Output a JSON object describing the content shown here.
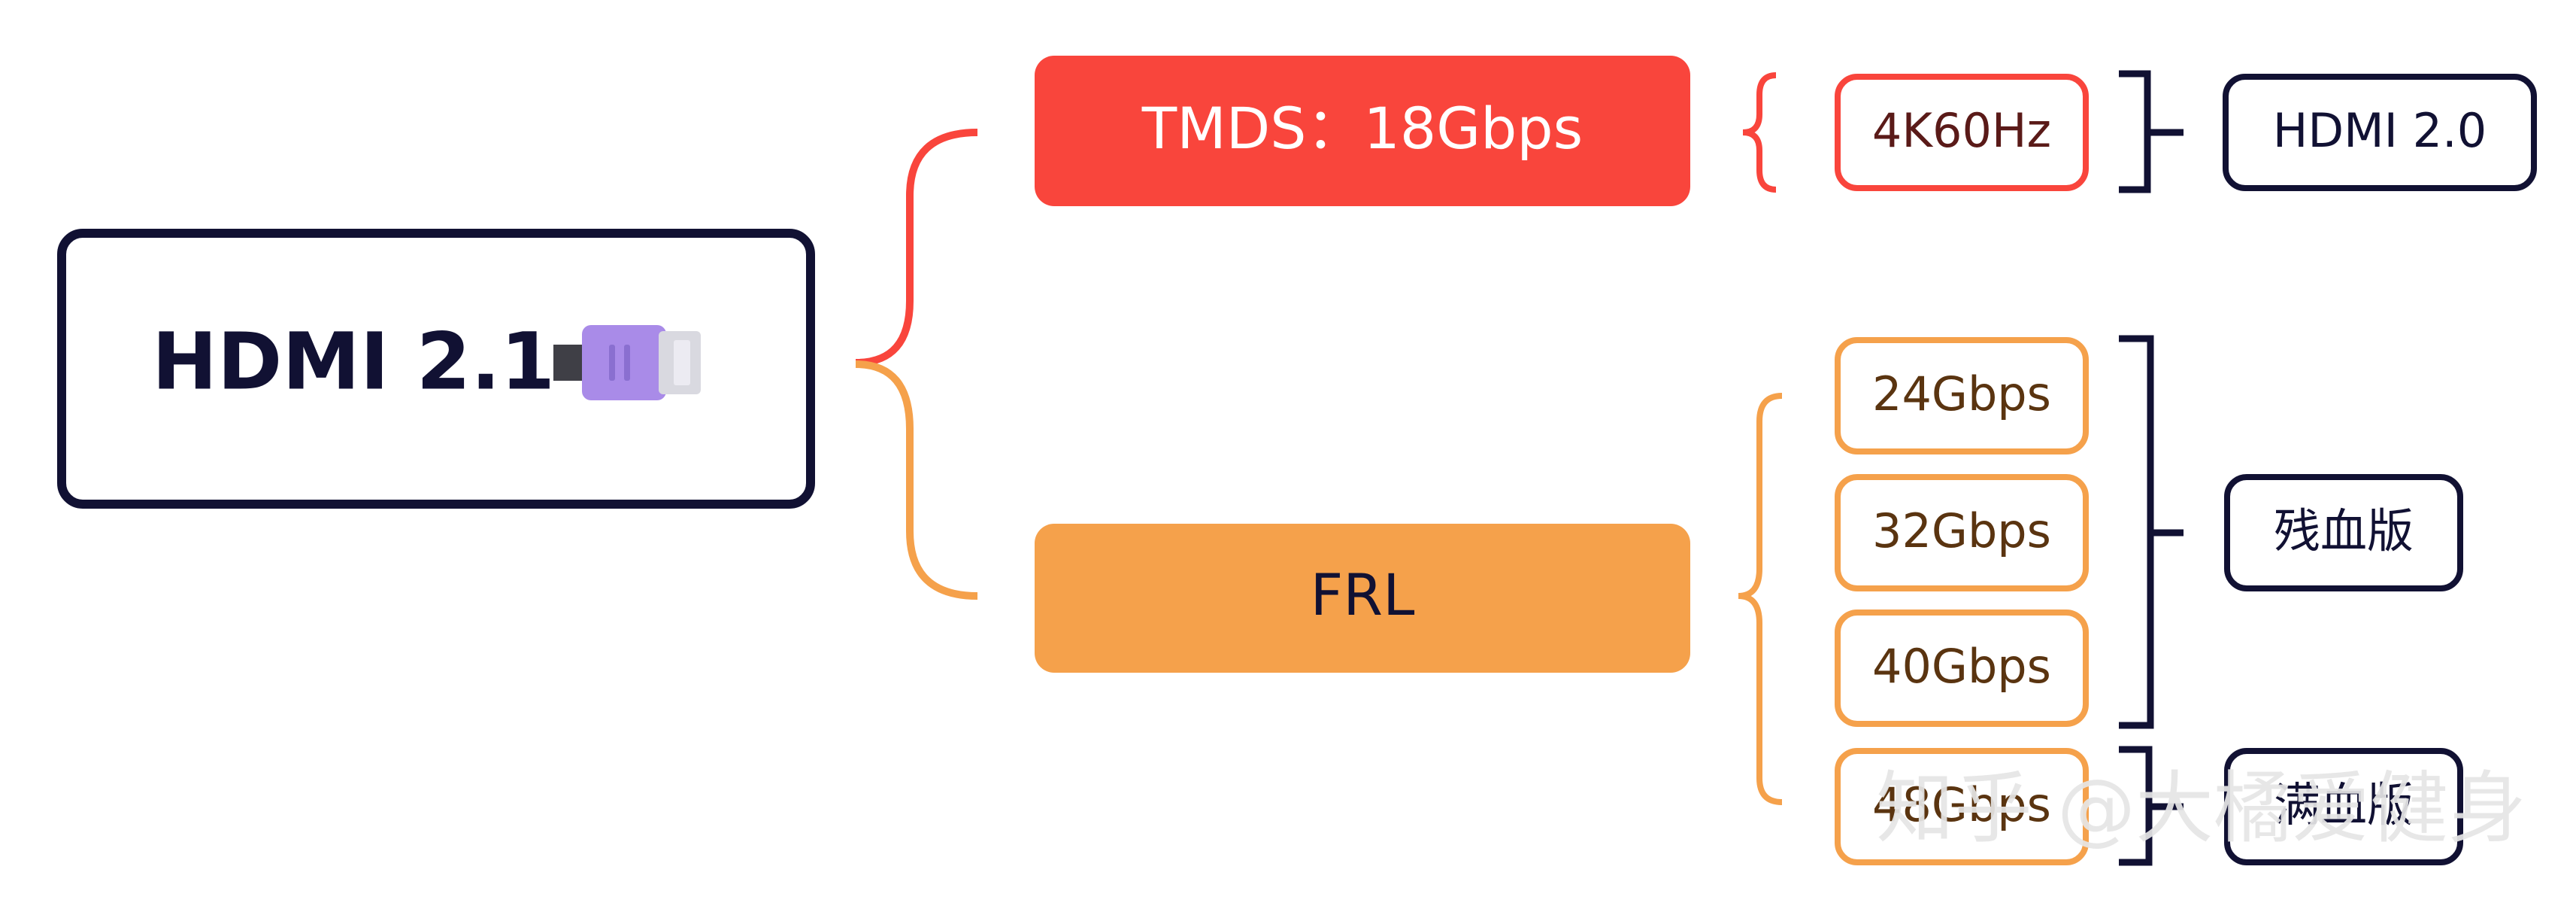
{
  "diagram": {
    "root": {
      "label": "HDMI 2.1",
      "icon": "hdmi-connector-icon"
    },
    "branches": {
      "tmds": {
        "label": "TMDS：18Gbps",
        "color": "#f9453c"
      },
      "frl": {
        "label": "FRL",
        "color": "#f5a14b"
      }
    },
    "leaves": {
      "tmds_modes": [
        "4K60Hz"
      ],
      "frl_rates": [
        "24Gbps",
        "32Gbps",
        "40Gbps",
        "48Gbps"
      ]
    },
    "groups": {
      "hdmi20": "HDMI 2.0",
      "partial": "残血版",
      "full": "满血版"
    },
    "colors": {
      "dark": "#111133",
      "tmds_text": "#5a1a18",
      "frl_text": "#5a3410",
      "connector_purple": "#a98be8"
    },
    "watermark": "知乎 @大橘爱健身"
  }
}
